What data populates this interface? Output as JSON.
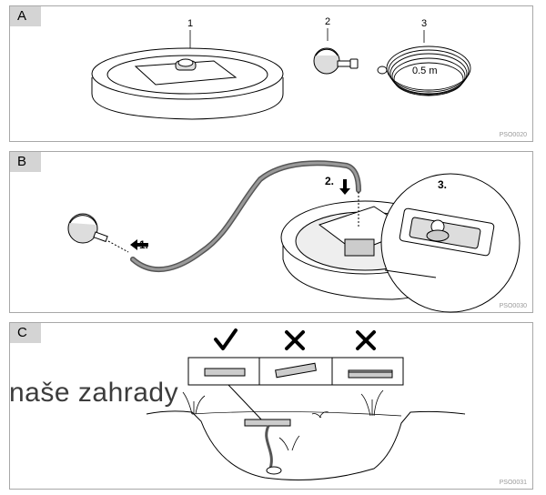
{
  "panels": {
    "a": {
      "letter": "A",
      "code": "PSO0020",
      "callout_1": "1",
      "callout_2": "2",
      "callout_3": "3",
      "hose_length": "0.5 m"
    },
    "b": {
      "letter": "B",
      "code": "PSO0030",
      "step_1": "1.",
      "step_2": "2.",
      "step_3": "3."
    },
    "c": {
      "letter": "C",
      "code": "PSO0031"
    }
  },
  "watermark": "naše zahrady",
  "icons": {
    "correct": "checkmark-icon",
    "wrong": "cross-icon"
  }
}
